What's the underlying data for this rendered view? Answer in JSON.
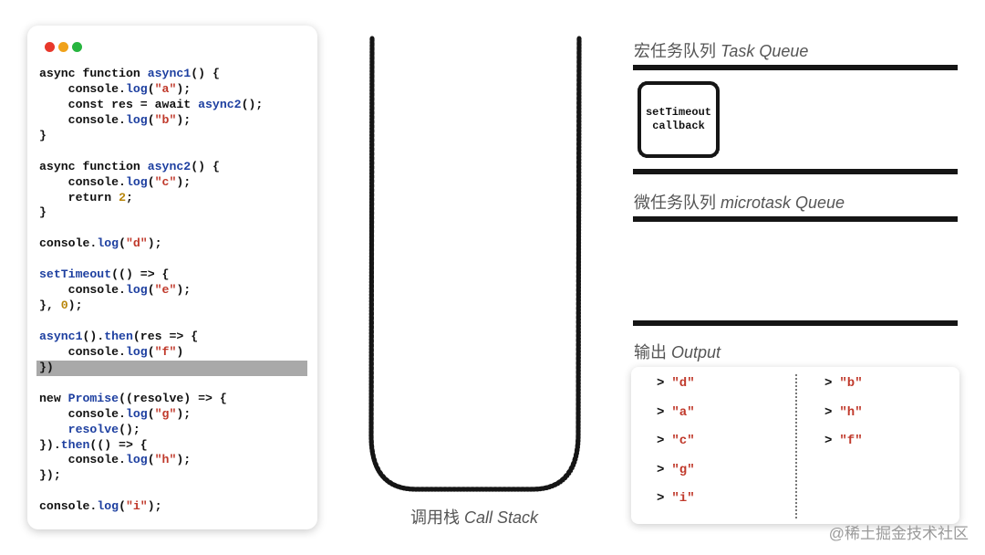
{
  "window": {
    "dot_colors": [
      "#e8382b",
      "#f0a21a",
      "#27b53f"
    ]
  },
  "code": {
    "highlighted_line": 19,
    "lines": [
      [
        [
          "kw",
          "async function "
        ],
        [
          "fn",
          "async1"
        ],
        [
          "plain",
          "() {"
        ]
      ],
      [
        [
          "plain",
          "    console."
        ],
        [
          "fn",
          "log"
        ],
        [
          "plain",
          "("
        ],
        [
          "str",
          "\"a\""
        ],
        [
          "plain",
          ");"
        ]
      ],
      [
        [
          "plain",
          "    const res = await "
        ],
        [
          "fn",
          "async2"
        ],
        [
          "plain",
          "();"
        ]
      ],
      [
        [
          "plain",
          "    console."
        ],
        [
          "fn",
          "log"
        ],
        [
          "plain",
          "("
        ],
        [
          "str",
          "\"b\""
        ],
        [
          "plain",
          ");"
        ]
      ],
      [
        [
          "plain",
          "}"
        ]
      ],
      [],
      [
        [
          "kw",
          "async function "
        ],
        [
          "fn",
          "async2"
        ],
        [
          "plain",
          "() {"
        ]
      ],
      [
        [
          "plain",
          "    console."
        ],
        [
          "fn",
          "log"
        ],
        [
          "plain",
          "("
        ],
        [
          "str",
          "\"c\""
        ],
        [
          "plain",
          ");"
        ]
      ],
      [
        [
          "plain",
          "    return "
        ],
        [
          "num",
          "2"
        ],
        [
          "plain",
          ";"
        ]
      ],
      [
        [
          "plain",
          "}"
        ]
      ],
      [],
      [
        [
          "plain",
          "console."
        ],
        [
          "fn",
          "log"
        ],
        [
          "plain",
          "("
        ],
        [
          "str",
          "\"d\""
        ],
        [
          "plain",
          ");"
        ]
      ],
      [],
      [
        [
          "fn",
          "setTimeout"
        ],
        [
          "plain",
          "(() => {"
        ]
      ],
      [
        [
          "plain",
          "    console."
        ],
        [
          "fn",
          "log"
        ],
        [
          "plain",
          "("
        ],
        [
          "str",
          "\"e\""
        ],
        [
          "plain",
          ");"
        ]
      ],
      [
        [
          "plain",
          "}, "
        ],
        [
          "num",
          "0"
        ],
        [
          "plain",
          ");"
        ]
      ],
      [],
      [
        [
          "fn",
          "async1"
        ],
        [
          "plain",
          "()."
        ],
        [
          "fn",
          "then"
        ],
        [
          "plain",
          "(res => {"
        ]
      ],
      [
        [
          "plain",
          "    console."
        ],
        [
          "fn",
          "log"
        ],
        [
          "plain",
          "("
        ],
        [
          "str",
          "\"f\""
        ],
        [
          "plain",
          ")"
        ]
      ],
      [
        [
          "plain",
          "})"
        ]
      ],
      [],
      [
        [
          "kw",
          "new "
        ],
        [
          "fn",
          "Promise"
        ],
        [
          "plain",
          "((resolve) => {"
        ]
      ],
      [
        [
          "plain",
          "    console."
        ],
        [
          "fn",
          "log"
        ],
        [
          "plain",
          "("
        ],
        [
          "str",
          "\"g\""
        ],
        [
          "plain",
          ");"
        ]
      ],
      [
        [
          "plain",
          "    "
        ],
        [
          "fn",
          "resolve"
        ],
        [
          "plain",
          "();"
        ]
      ],
      [
        [
          "plain",
          "})."
        ],
        [
          "fn",
          "then"
        ],
        [
          "plain",
          "(() => {"
        ]
      ],
      [
        [
          "plain",
          "    console."
        ],
        [
          "fn",
          "log"
        ],
        [
          "plain",
          "("
        ],
        [
          "str",
          "\"h\""
        ],
        [
          "plain",
          ");"
        ]
      ],
      [
        [
          "plain",
          "});"
        ]
      ],
      [],
      [
        [
          "plain",
          "console."
        ],
        [
          "fn",
          "log"
        ],
        [
          "plain",
          "("
        ],
        [
          "str",
          "\"i\""
        ],
        [
          "plain",
          ");"
        ]
      ]
    ]
  },
  "call_stack": {
    "label_cn": "调用栈",
    "label_en": "Call Stack"
  },
  "task_queue": {
    "title_cn": "宏任务队列",
    "title_en": "Task Queue",
    "items": [
      {
        "line1": "setTimeout",
        "line2": "callback"
      }
    ]
  },
  "microtask_queue": {
    "title_cn": "微任务队列",
    "title_en": "microtask Queue",
    "items": []
  },
  "output": {
    "title_cn": "输出",
    "title_en": "Output",
    "prompt": ">",
    "col1": [
      "\"d\"",
      "\"a\"",
      "\"c\"",
      "\"g\"",
      "\"i\""
    ],
    "col2": [
      "\"b\"",
      "\"h\"",
      "\"f\""
    ]
  },
  "watermark": "@稀土掘金技术社区"
}
